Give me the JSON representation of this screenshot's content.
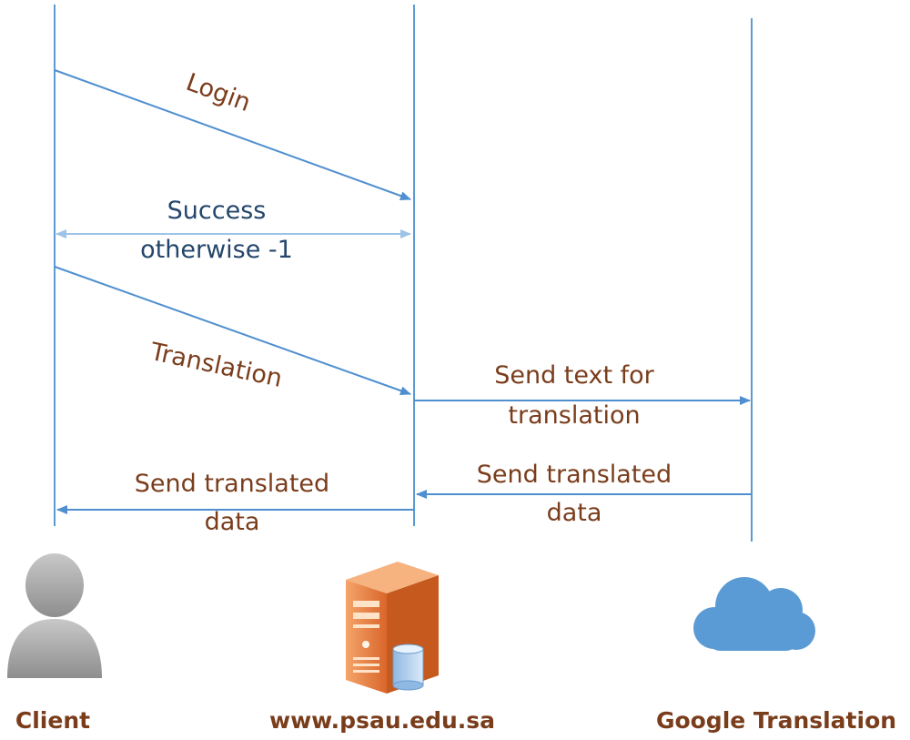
{
  "actors": {
    "client": "Client",
    "server": "www.psau.edu.sa",
    "google": "Google Translation"
  },
  "messages": {
    "login": "Login",
    "success_line1": "Success",
    "success_line2": "otherwise -1",
    "translation": "Translation",
    "send_text_line1": "Send text for",
    "send_text_line2": "translation",
    "google_reply_line1": "Send translated",
    "google_reply_line2": "data",
    "server_reply_line1": "Send translated",
    "server_reply_line2": "data"
  },
  "icons": {
    "client": "person-icon",
    "server": "server-with-database-icon",
    "google": "cloud-icon"
  },
  "colors": {
    "lifeline": "#5b9bd5",
    "arrow": "#4f8fd0",
    "reply_arrow": "#9dc3e6",
    "message_text": "#7a3d1c",
    "success_text": "#24466b",
    "actor_label": "#7a3d1c",
    "person_gray": "#a6a6a6",
    "server_orange": "#e07b39",
    "cloud_blue": "#5b9bd5"
  }
}
